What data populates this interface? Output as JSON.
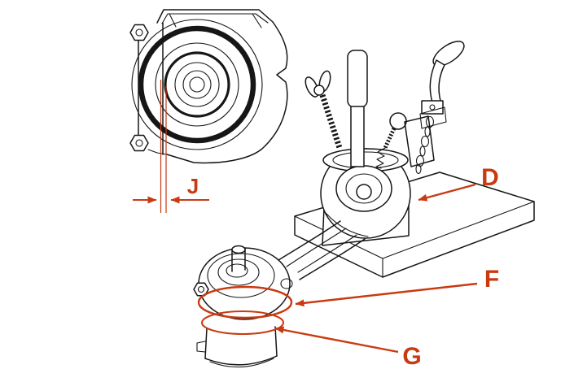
{
  "figure": {
    "background": "#ffffff",
    "line_color": "#161616",
    "accent_color": "#c93a10",
    "callouts": {
      "j": "J",
      "d": "D",
      "f": "F",
      "g": "G"
    }
  }
}
